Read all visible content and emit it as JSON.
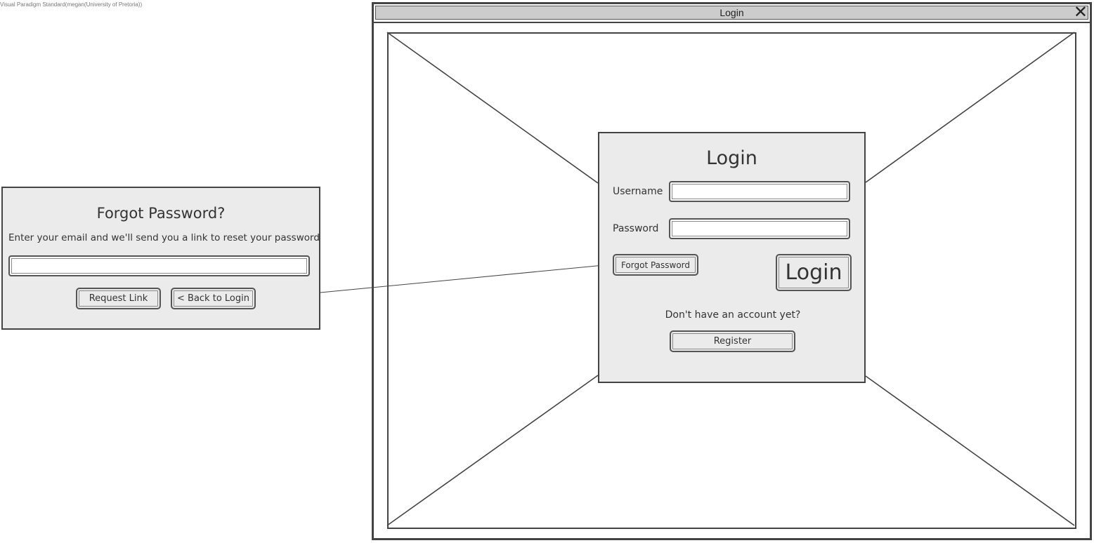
{
  "watermark": "Visual Paradigm Standard(megan(University of Pretoria))",
  "window": {
    "title": "Login",
    "close_icon": "close-icon"
  },
  "login_panel": {
    "heading": "Login",
    "username_label": "Username",
    "username_value": "",
    "password_label": "Password",
    "password_value": "",
    "forgot_button": "Forgot Password",
    "login_button": "Login",
    "no_account_text": "Don't have an account yet?",
    "register_button": "Register"
  },
  "forgot_panel": {
    "heading": "Forgot Password?",
    "instruction": "Enter your email and we'll send you a link to reset your password",
    "email_value": "",
    "request_button": "Request Link",
    "back_button": "< Back to Login"
  },
  "colors": {
    "panel_background": "#ebebeb",
    "title_bar": "#cccccc",
    "border": "#444444"
  }
}
